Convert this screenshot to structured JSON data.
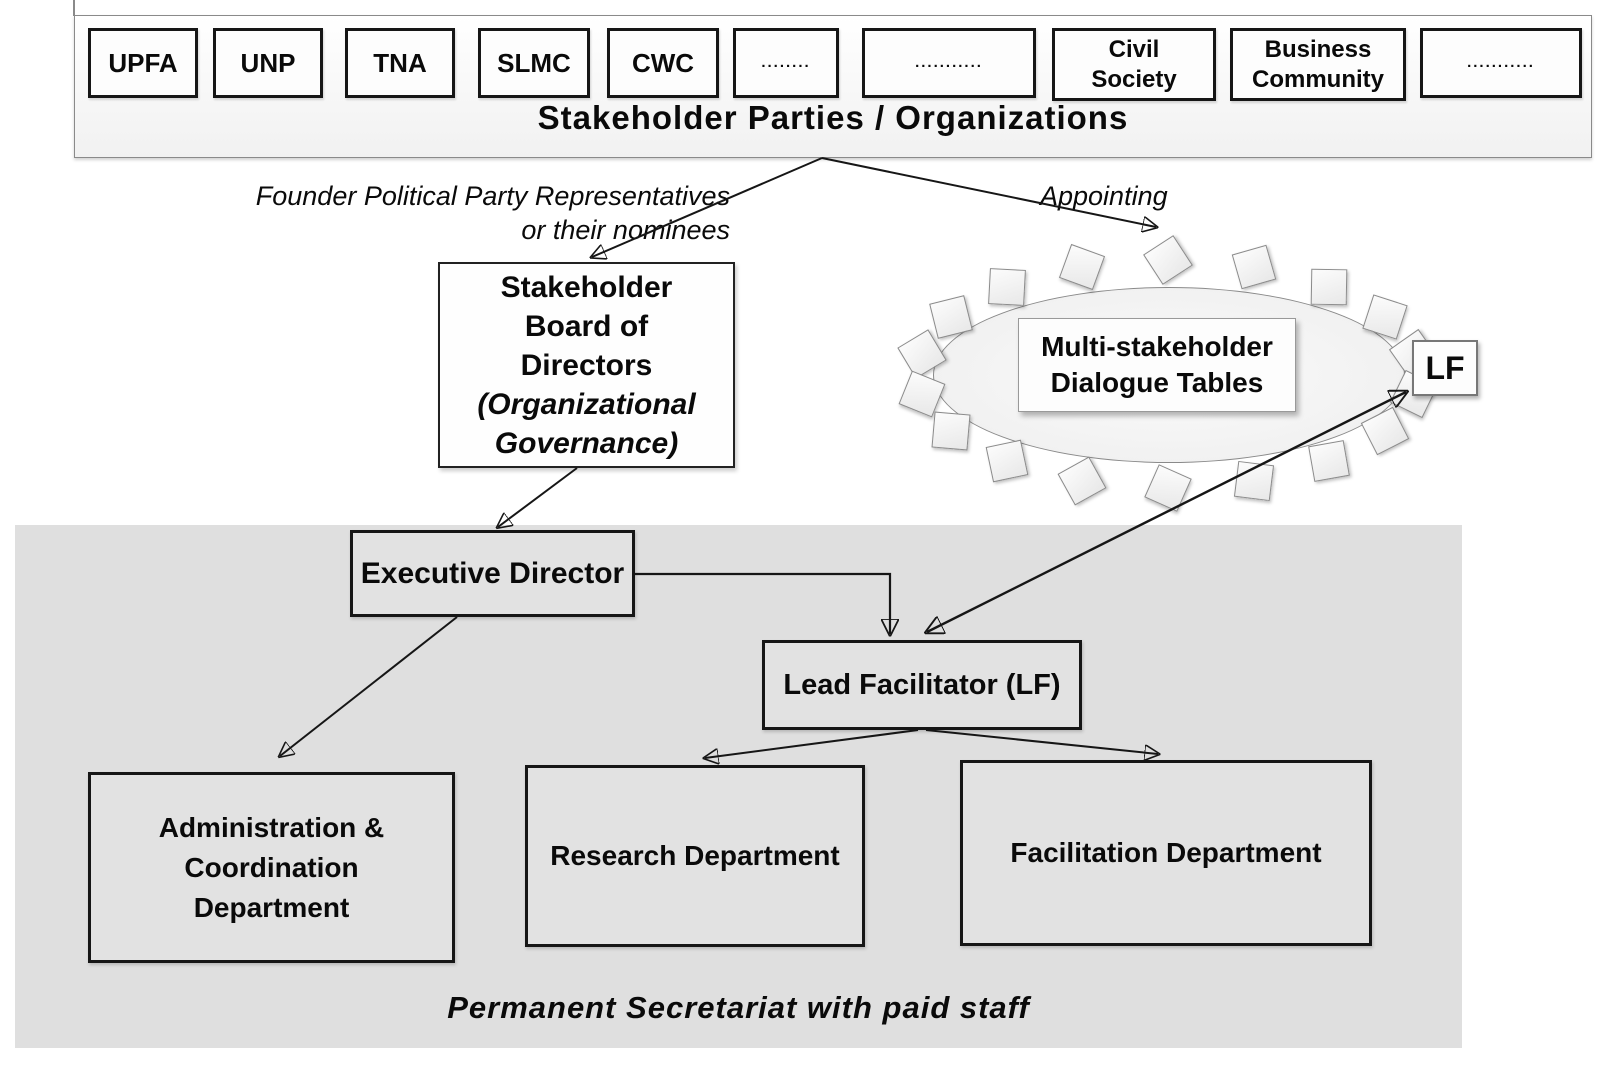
{
  "colors": {
    "secretariat_bg": "#dfdfdf",
    "line": "#161616",
    "box_fill": "#fdfdfd"
  },
  "stakeholder_container": {
    "title": "Stakeholder Parties / Organizations",
    "parties": [
      "UPFA",
      "UNP",
      "TNA",
      "SLMC",
      "CWC",
      "........",
      "...........",
      "Civil\nSociety",
      "Business\nCommunity",
      "..........."
    ]
  },
  "annotations": {
    "founder": "Founder Political Party Representatives\nor their nominees",
    "appointing": "Appointing"
  },
  "board": {
    "label": "Stakeholder\nBoard of\nDirectors",
    "sublabel": "(Organizational\nGovernance)"
  },
  "dialogue_tables": {
    "label": "Multi-stakeholder\nDialogue Tables",
    "lf_label": "LF",
    "seats": 18
  },
  "secretariat": {
    "executive_director": "Executive Director",
    "lead_facilitator": "Lead Facilitator (LF)",
    "departments": [
      "Administration &\nCoordination\nDepartment",
      "Research Department",
      "Facilitation Department"
    ],
    "caption": "Permanent Secretariat with paid staff"
  }
}
